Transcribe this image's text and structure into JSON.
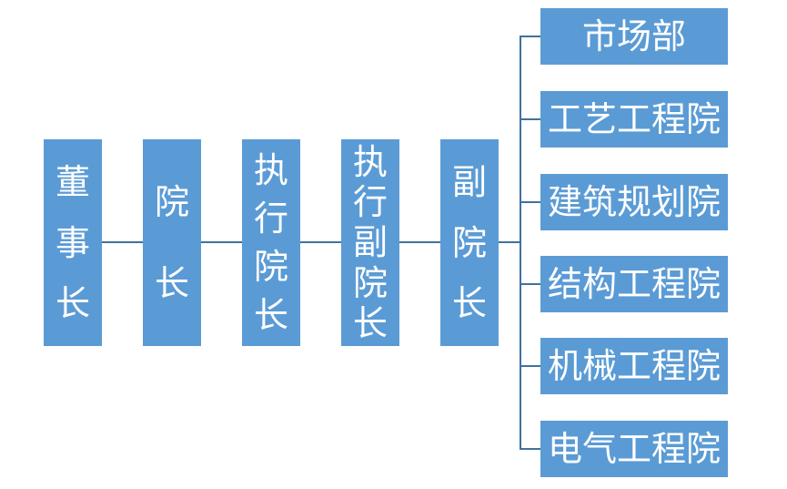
{
  "colors": {
    "box_fill": "#5B9BD5",
    "box_text": "#FFFFFF",
    "connector": "#41719C",
    "background": "#FFFFFF"
  },
  "chain": [
    {
      "label": "董事长"
    },
    {
      "label": "院长"
    },
    {
      "label": "执行院长"
    },
    {
      "label": "执行副院长"
    },
    {
      "label": "副院长"
    }
  ],
  "departments": [
    {
      "label": "市场部"
    },
    {
      "label": "工艺工程院"
    },
    {
      "label": "建筑规划院"
    },
    {
      "label": "结构工程院"
    },
    {
      "label": "机械工程院"
    },
    {
      "label": "电气工程院"
    }
  ]
}
